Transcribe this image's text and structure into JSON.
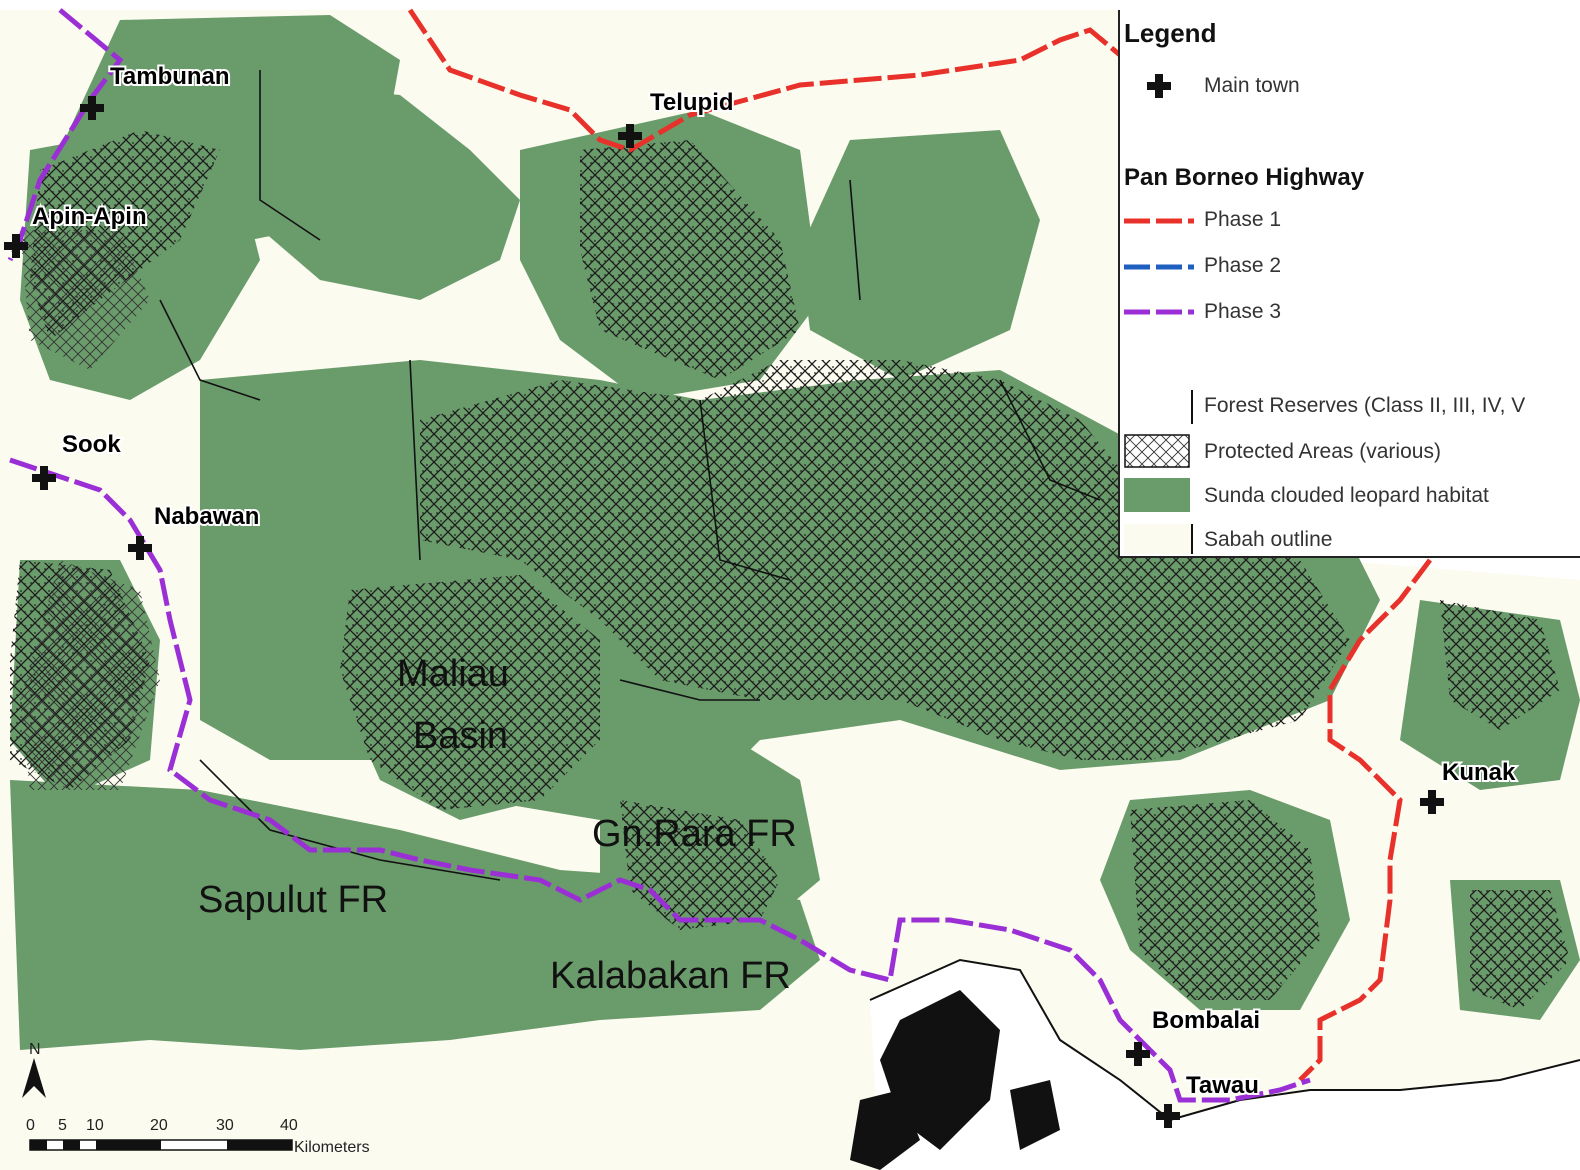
{
  "map": {
    "towns": [
      "Tambunan",
      "Telupid",
      "Apin-Apin",
      "Sook",
      "Nabawan",
      "Kunak",
      "Tawau",
      "Bombalai"
    ],
    "regions": {
      "maliau_line1": "Maliau",
      "maliau_line2": "Basin",
      "gn_rara": "Gn.Rara FR",
      "sapulut": "Sapulut FR",
      "kalabakan": "Kalabakan FR"
    },
    "colors": {
      "habitat": "#6a9b6b",
      "sabah": "#fbfbef",
      "phase1": "#e8312a",
      "phase2": "#1f5fbf",
      "phase3": "#9b2fd6"
    }
  },
  "legend": {
    "title": "Legend",
    "main_town": "Main town",
    "highway_title": "Pan Borneo Highway",
    "phase1": "Phase 1",
    "phase2": "Phase 2",
    "phase3": "Phase 3",
    "forest_reserves": "Forest Reserves (Class II, III, IV, V",
    "protected_areas": "Protected Areas (various)",
    "habitat": "Sunda clouded leopard habitat",
    "sabah_outline": "Sabah outline"
  },
  "north_arrow": {
    "label": "N"
  },
  "scale_bar": {
    "ticks": [
      "0",
      "5",
      "10",
      "20",
      "30",
      "40"
    ],
    "unit": "Kilometers"
  }
}
